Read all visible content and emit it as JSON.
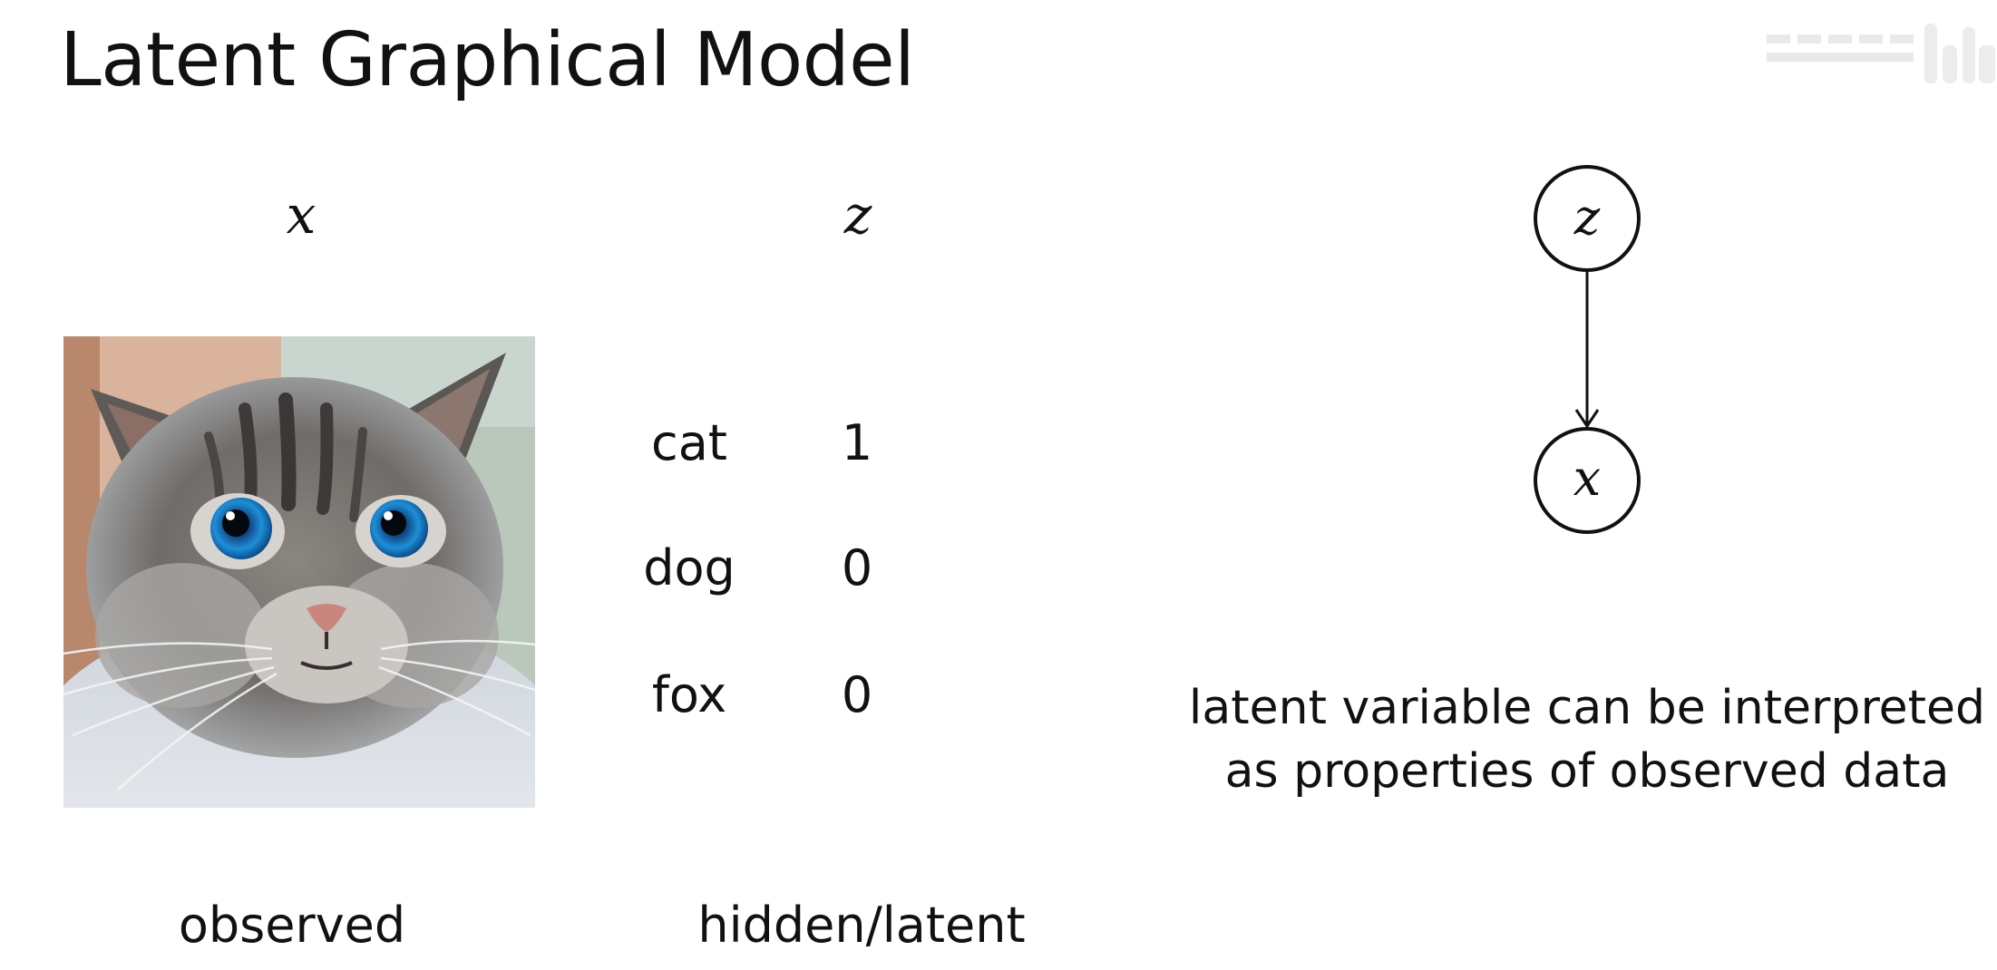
{
  "slide": {
    "title": "Latent Graphical Model"
  },
  "columns": {
    "observed_symbol": "x",
    "latent_symbol": "z",
    "observed_caption": "observed",
    "latent_caption": "hidden/latent"
  },
  "image": {
    "subject": "cat-photo",
    "description_icon": "cat-face-image"
  },
  "classes": [
    {
      "name": "cat",
      "value": "1"
    },
    {
      "name": "dog",
      "value": "0"
    },
    {
      "name": "fox",
      "value": "0"
    }
  ],
  "graph": {
    "top_node": "z",
    "bottom_node": "x"
  },
  "note": {
    "line1": "latent variable can be interpreted",
    "line2": "as properties of observed data"
  },
  "watermark": {
    "icon": "bilibili-logo"
  }
}
